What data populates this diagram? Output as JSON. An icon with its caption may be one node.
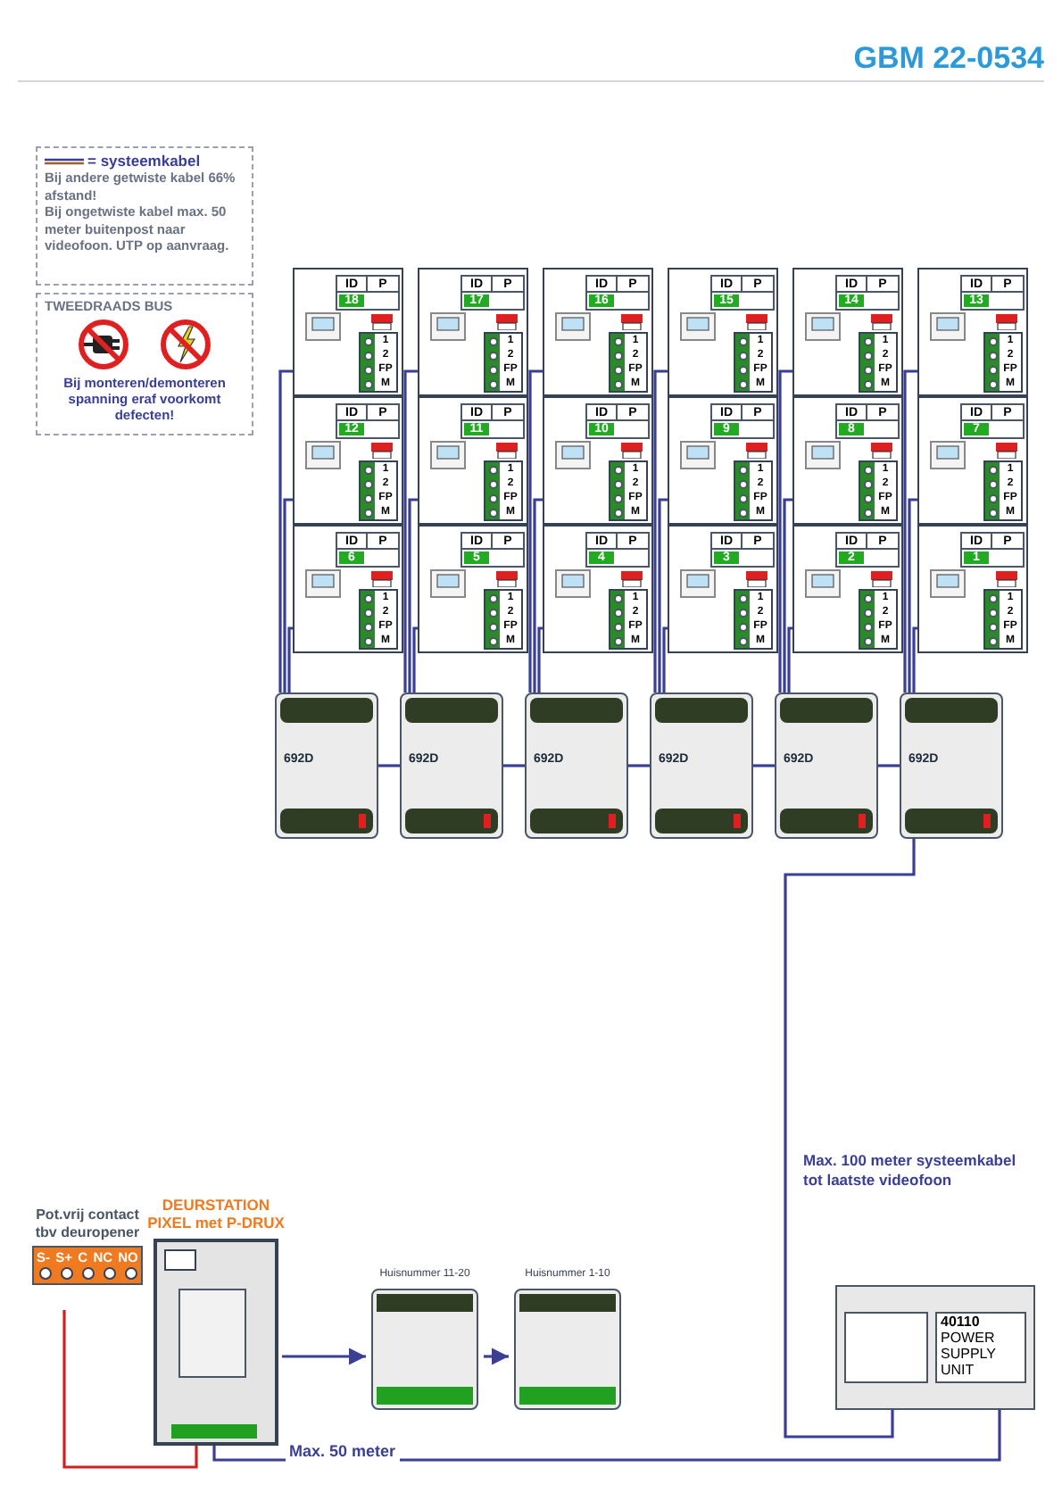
{
  "diagram": {
    "nodes": [
      {
        "text": [
          "Bij andere getwiste kabel 66% afstand!",
          "Bij ongetwiste kabel max. 50 meter buitenpost naar videofoon. UTP op aanvraag."
        ]
      },
      {
        "text": [
          "TWEEDRAADS BUS",
          "Bij monteren/demonteren spanning eraf voorkomt defecten!"
        ]
      },
      {
        "text": [
          "ID",
          "P",
          "18",
          "1",
          "2",
          "FP",
          "M"
        ]
      },
      {
        "text": [
          "ID",
          "P",
          "17",
          "1",
          "2",
          "FP",
          "M"
        ]
      },
      {
        "text": [
          "ID",
          "P",
          "16",
          "1",
          "2",
          "FP",
          "M"
        ]
      },
      {
        "text": [
          "ID",
          "P",
          "15",
          "1",
          "2",
          "FP",
          "M"
        ]
      },
      {
        "text": [
          "ID",
          "P",
          "14",
          "1",
          "2",
          "FP",
          "M"
        ]
      },
      {
        "text": [
          "ID",
          "P",
          "13",
          "1",
          "2",
          "FP",
          "M"
        ]
      },
      {
        "text": [
          "ID",
          "P",
          "12",
          "1",
          "2",
          "FP",
          "M"
        ]
      },
      {
        "text": [
          "ID",
          "P",
          "11",
          "1",
          "2",
          "FP",
          "M"
        ]
      },
      {
        "text": [
          "ID",
          "P",
          "10",
          "1",
          "2",
          "FP",
          "M"
        ]
      },
      {
        "text": [
          "ID",
          "P",
          "9",
          "1",
          "2",
          "FP",
          "M"
        ]
      },
      {
        "text": [
          "ID",
          "P",
          "8",
          "1",
          "2",
          "FP",
          "M"
        ]
      },
      {
        "text": [
          "ID",
          "P",
          "7",
          "1",
          "2",
          "FP",
          "M"
        ]
      },
      {
        "text": [
          "ID",
          "P",
          "6",
          "1",
          "2",
          "FP",
          "M"
        ]
      },
      {
        "text": [
          "ID",
          "P",
          "5",
          "1",
          "2",
          "FP",
          "M"
        ]
      },
      {
        "text": [
          "ID",
          "P",
          "4",
          "1",
          "2",
          "FP",
          "M"
        ]
      },
      {
        "text": [
          "ID",
          "P",
          "3",
          "1",
          "2",
          "FP",
          "M"
        ]
      },
      {
        "text": [
          "ID",
          "P",
          "2",
          "1",
          "2",
          "FP",
          "M"
        ]
      },
      {
        "text": [
          "ID",
          "P",
          "1",
          "1",
          "2",
          "FP",
          "M"
        ]
      },
      {
        "text": [
          "692D"
        ]
      },
      {
        "text": [
          "692D"
        ]
      },
      {
        "text": [
          "692D"
        ]
      },
      {
        "text": [
          "692D"
        ]
      },
      {
        "text": [
          "692D"
        ]
      },
      {
        "text": [
          "692D"
        ]
      },
      {
        "text": [
          "Pot.vrij contact tbv deuropener",
          "S-",
          "S+",
          "C",
          "NC",
          "NO"
        ]
      },
      {
        "text": [
          "DEURSTATION PIXEL met P-DRUX"
        ]
      },
      {
        "text": [
          "Huisnummer 11-20"
        ]
      },
      {
        "text": [
          "Huisnummer 1-10"
        ]
      },
      {
        "text": [
          "40110",
          "POWER SUPPLY UNIT"
        ]
      }
    ],
    "edges": [
      {
        "from": 20,
        "to": 2,
        "arrow": "none"
      },
      {
        "from": 20,
        "to": 8,
        "arrow": "none"
      },
      {
        "from": 20,
        "to": 14,
        "arrow": "none"
      },
      {
        "from": 21,
        "to": 3,
        "arrow": "none"
      },
      {
        "from": 21,
        "to": 9,
        "arrow": "none"
      },
      {
        "from": 21,
        "to": 15,
        "arrow": "none"
      },
      {
        "from": 22,
        "to": 4,
        "arrow": "none"
      },
      {
        "from": 22,
        "to": 10,
        "arrow": "none"
      },
      {
        "from": 22,
        "to": 16,
        "arrow": "none"
      },
      {
        "from": 23,
        "to": 5,
        "arrow": "none"
      },
      {
        "from": 23,
        "to": 11,
        "arrow": "none"
      },
      {
        "from": 23,
        "to": 17,
        "arrow": "none"
      },
      {
        "from": 24,
        "to": 6,
        "arrow": "none"
      },
      {
        "from": 24,
        "to": 12,
        "arrow": "none"
      },
      {
        "from": 24,
        "to": 18,
        "arrow": "none"
      },
      {
        "from": 25,
        "to": 7,
        "arrow": "none"
      },
      {
        "from": 25,
        "to": 13,
        "arrow": "none"
      },
      {
        "from": 25,
        "to": 19,
        "arrow": "none"
      },
      {
        "from": 20,
        "to": 21,
        "arrow": "none"
      },
      {
        "from": 21,
        "to": 22,
        "arrow": "none"
      },
      {
        "from": 22,
        "to": 23,
        "arrow": "none"
      },
      {
        "from": 23,
        "to": 24,
        "arrow": "none"
      },
      {
        "from": 24,
        "to": 25,
        "arrow": "none"
      },
      {
        "from": 25,
        "to": 30,
        "arrow": "none"
      },
      {
        "from": 30,
        "to": 27,
        "arrow": "none",
        "label": "Max. 50 meter"
      },
      {
        "from": 26,
        "to": 27,
        "arrow": "none",
        "color": "#d02020"
      },
      {
        "from": 27,
        "to": 28,
        "arrow": "to"
      },
      {
        "from": 28,
        "to": 29,
        "arrow": "to"
      }
    ],
    "labels": [
      "GBM 22-0534",
      "Max. 100 meter systeemkabel tot laatste videofoon"
    ],
    "legend": [
      {
        "text": "= systeemkabel"
      }
    ]
  }
}
